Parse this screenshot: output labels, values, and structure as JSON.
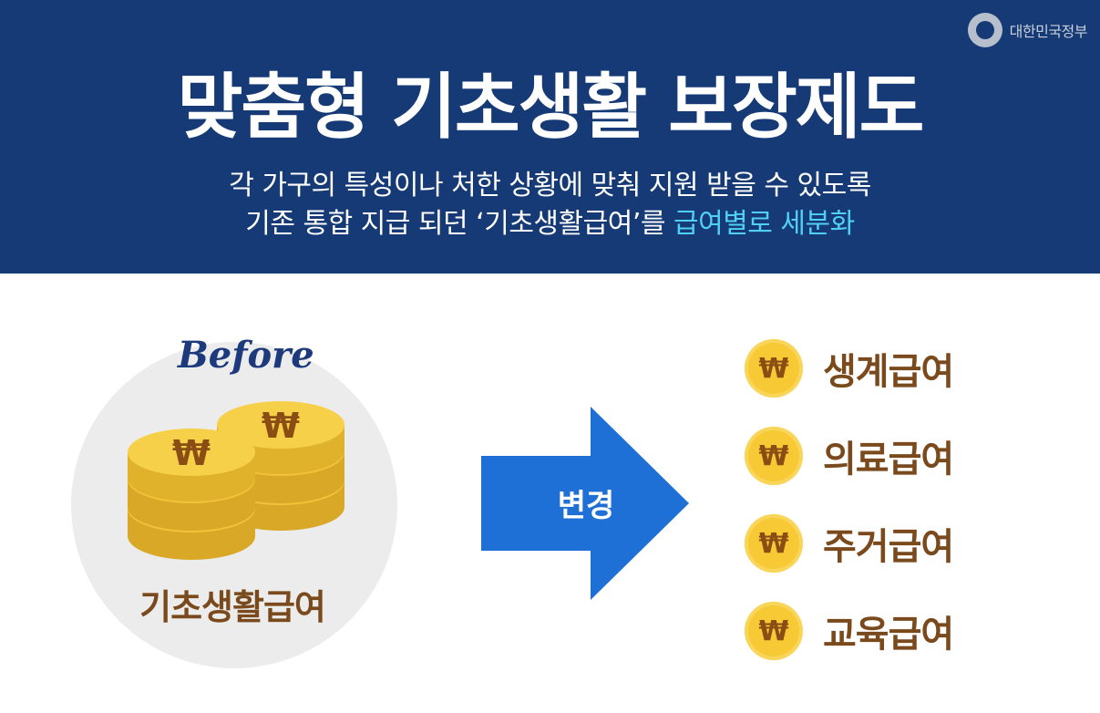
{
  "header": {
    "gov_logo_text": "대한민국정부",
    "title": "맞춤형 기초생활 보장제도",
    "subtitle_line1": "각 가구의 특성이나 처한 상황에 맞춰 지원 받을 수 있도록",
    "subtitle_line2_prefix": "기존 통합 지급 되던 ‘기초생활급여’를",
    "subtitle_line2_highlight": "급여별로 세분화"
  },
  "before": {
    "label": "Before",
    "benefit_label": "기초생활급여",
    "coin_symbol": "₩"
  },
  "arrow": {
    "label": "변경"
  },
  "after": {
    "items": [
      {
        "symbol": "₩",
        "label": "생계급여"
      },
      {
        "symbol": "₩",
        "label": "의료급여"
      },
      {
        "symbol": "₩",
        "label": "주거급여"
      },
      {
        "symbol": "₩",
        "label": "교육급여"
      }
    ]
  },
  "colors": {
    "banner": "#163a75",
    "highlight": "#4fd0f4",
    "arrow": "#1e6fd6",
    "coin": "#f6c935",
    "label_brown": "#7a4a1d"
  }
}
